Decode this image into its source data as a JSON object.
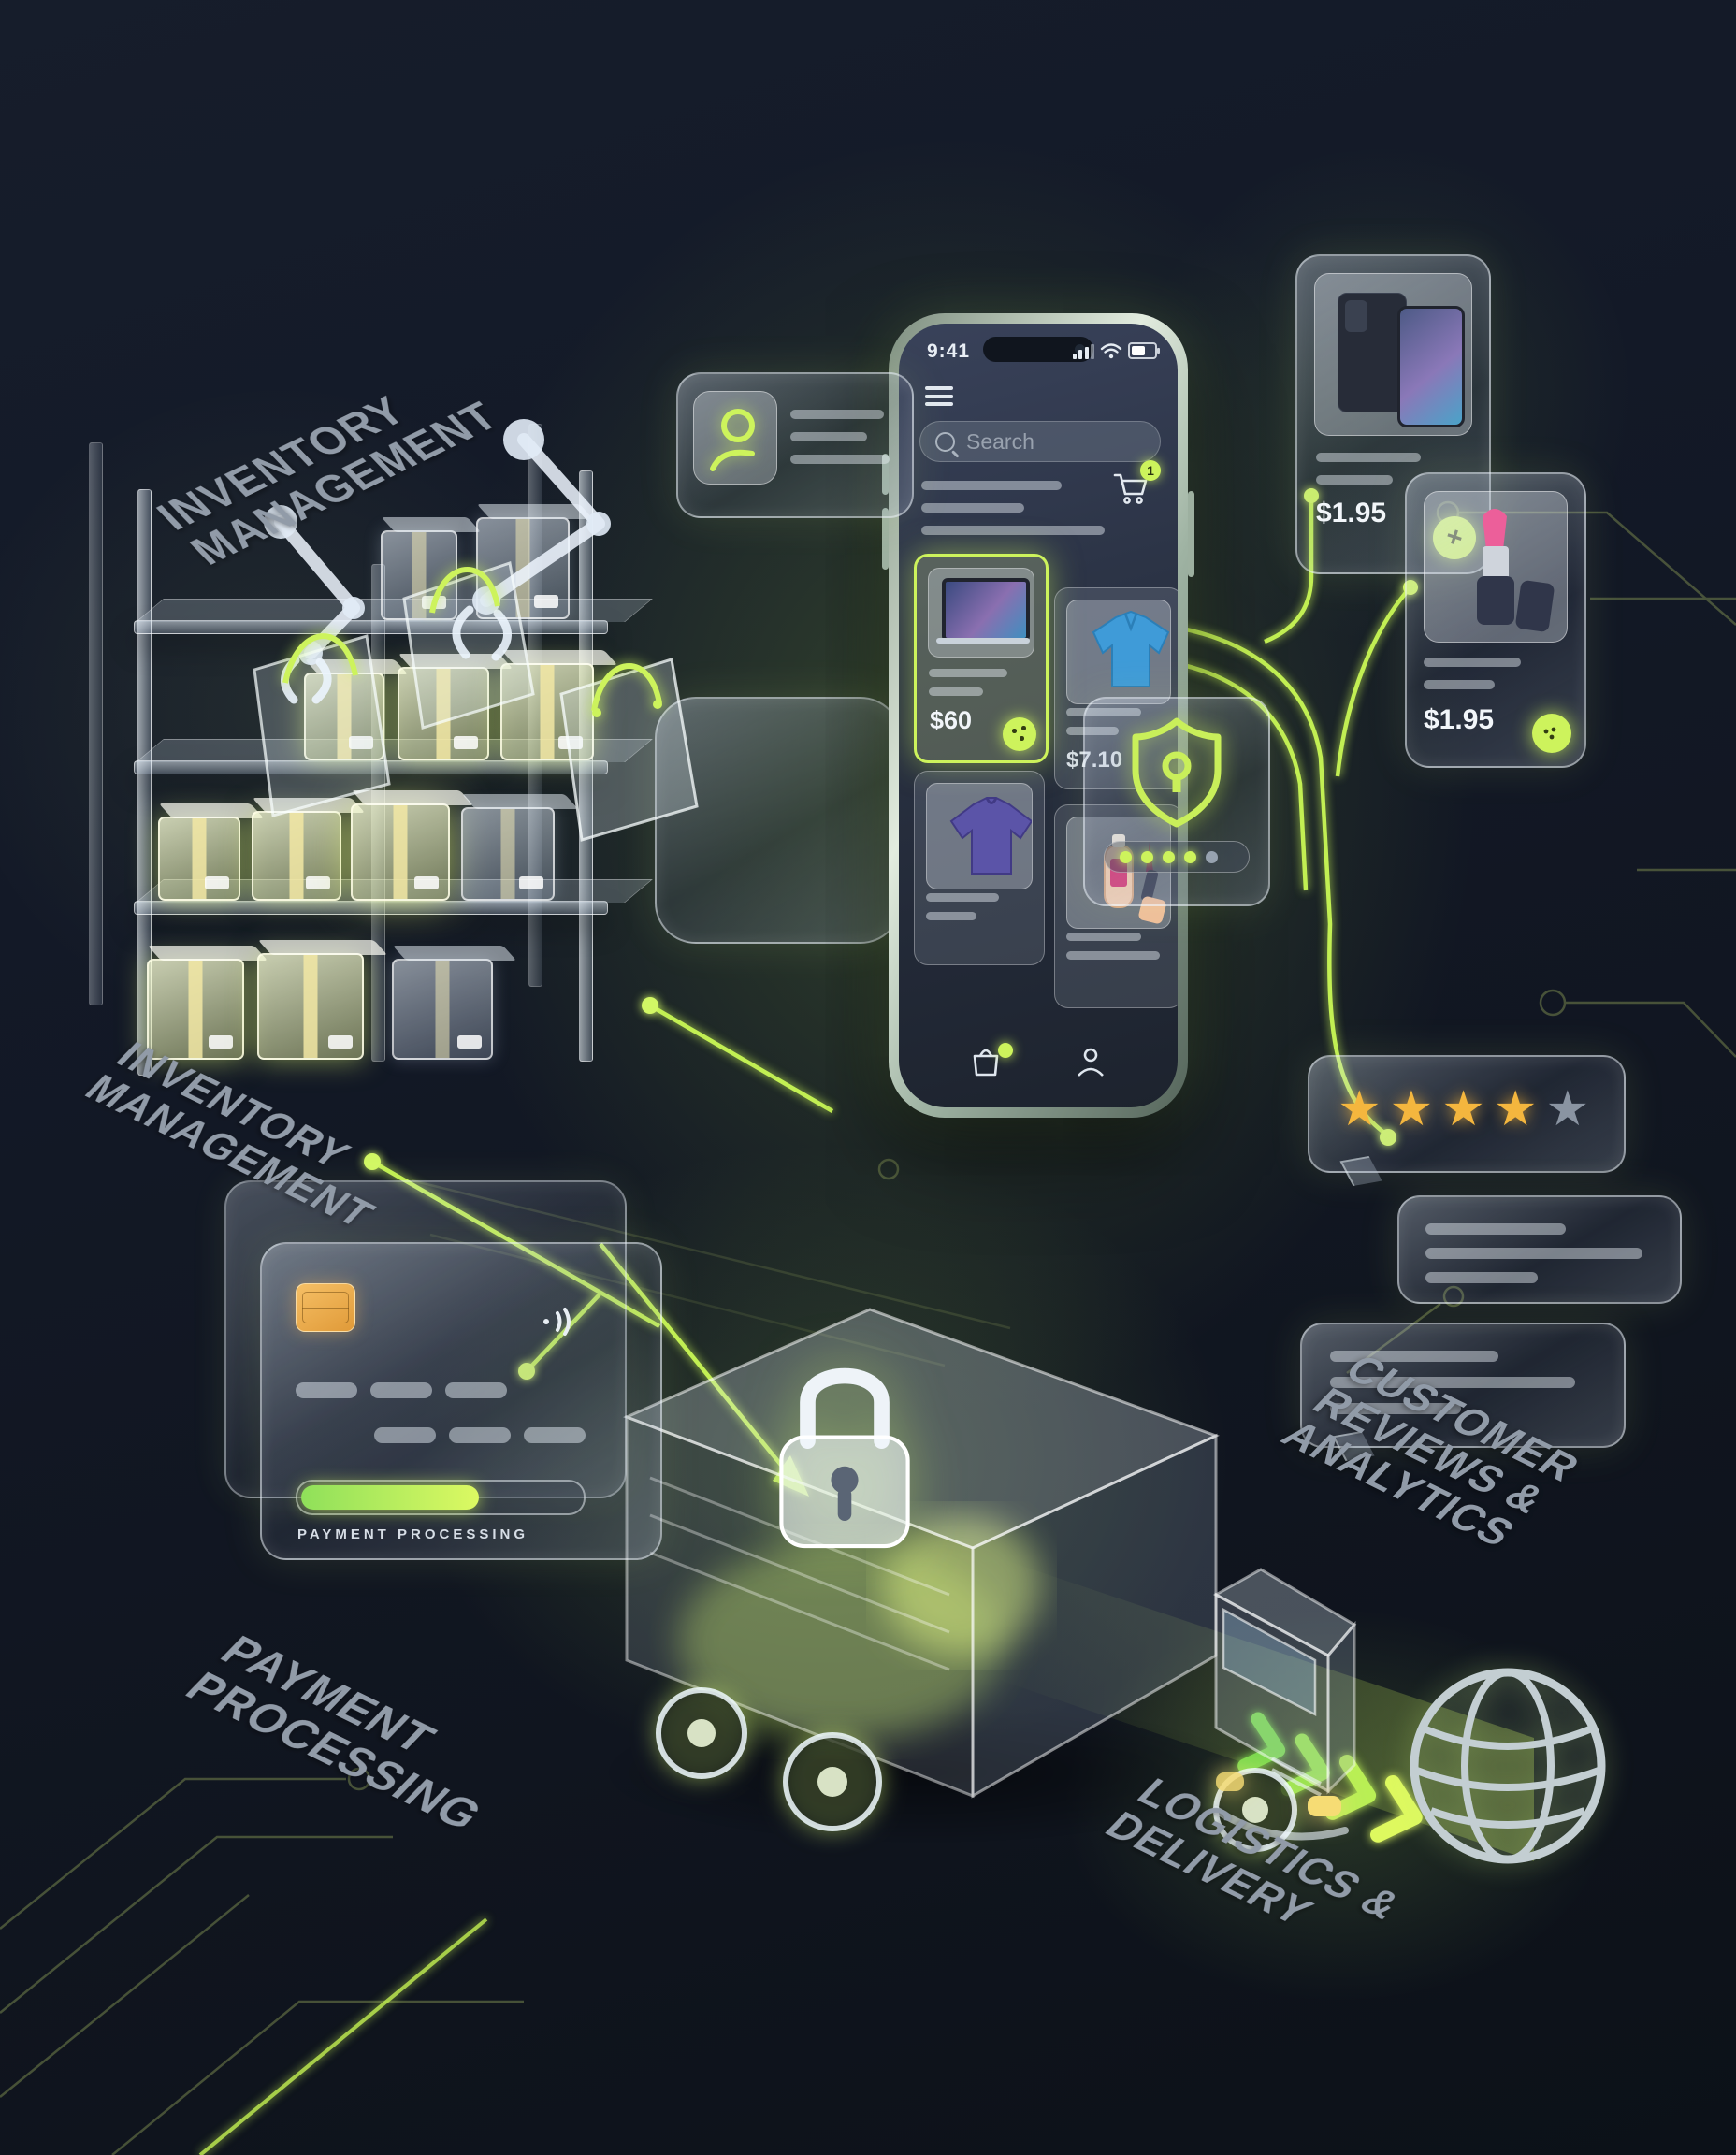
{
  "colors": {
    "accent": "#cdf35c",
    "glow": "#d6f76b",
    "gold": "#f4b63e",
    "background": "#131927",
    "label_gray": "#919ba8"
  },
  "labels": {
    "inventory_top": {
      "line1": "INVENTORY",
      "line2": "MANAGEMENT"
    },
    "inventory_mid": {
      "line1": "INVENTORY",
      "line2": "MANAGEMENT"
    },
    "payment": {
      "line1": "PAYMENT",
      "line2": "PROCESSING"
    },
    "customer": {
      "line1": "CUSTOMER",
      "line2": "REVIEWS &",
      "line3": "ANALYTICS"
    },
    "logistics": {
      "line1": "LOGISTICS &",
      "line2": "DELIVERY"
    }
  },
  "phone_app": {
    "status_time": "9:41",
    "search_placeholder": "Search",
    "cart_badge": "1",
    "products": [
      {
        "id": "laptop",
        "price": "$60",
        "highlighted": true
      },
      {
        "id": "jacket",
        "price": "$7.10",
        "highlighted": false
      },
      {
        "id": "tshirt",
        "price": "",
        "highlighted": false
      },
      {
        "id": "cosmetics",
        "price": "",
        "highlighted": false
      }
    ]
  },
  "product_cards": {
    "smartphone": {
      "price": "$1.95",
      "add_label": "+"
    },
    "lipstick": {
      "price": "$1.95"
    }
  },
  "payment_card": {
    "label": "PAYMENT PROCESSING",
    "progress_percent": 62
  },
  "reviews": {
    "stars_filled": 4,
    "stars_total": 5
  },
  "security": {
    "password_dots_filled": 4,
    "password_dots_total": 5
  }
}
